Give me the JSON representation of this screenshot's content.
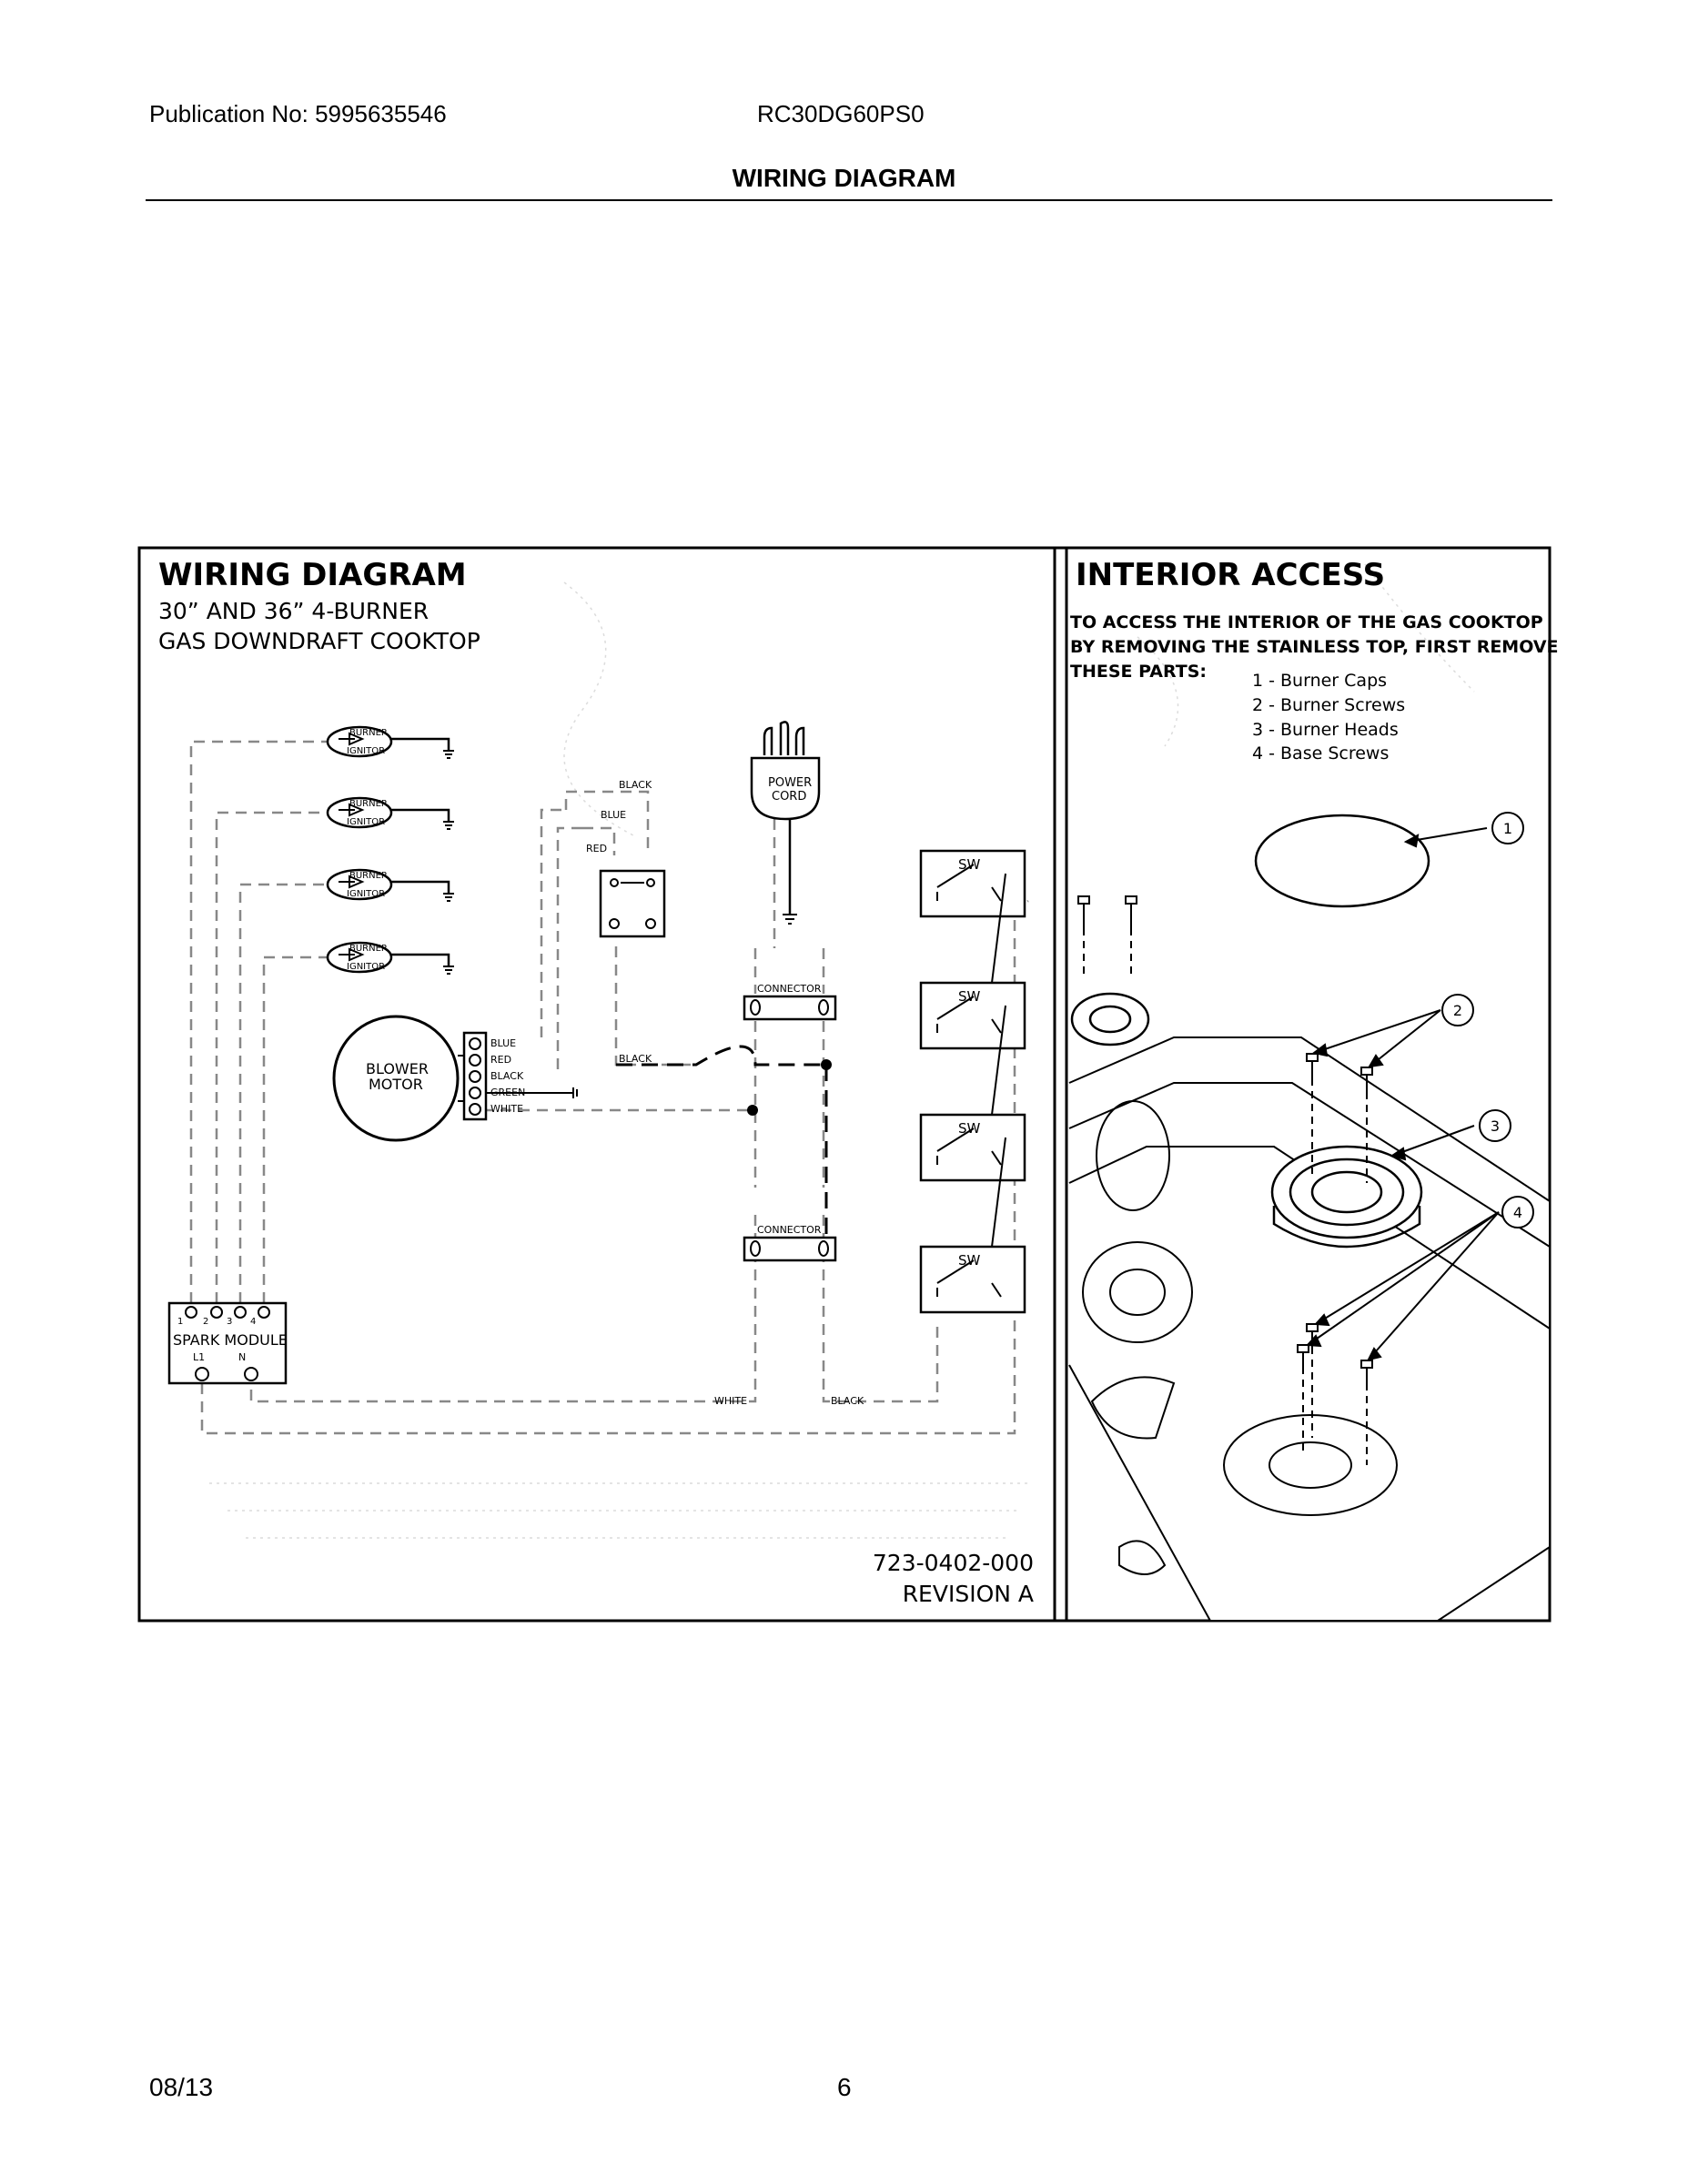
{
  "header": {
    "publication": "Publication No: 5995635546",
    "model": "RC30DG60PS0",
    "title": "WIRING DIAGRAM"
  },
  "wiring_panel": {
    "title": "WIRING DIAGRAM",
    "subtitle_line1": "30” AND 36” 4-BURNER",
    "subtitle_line2": "GAS DOWNDRAFT COOKTOP",
    "burner_label": "BURNER",
    "ignitor_label": "IGNITOR",
    "power_cord_line1": "POWER",
    "power_cord_line2": "CORD",
    "connector_label": "CONNECTOR",
    "switch_label": "SW",
    "blower_line1": "BLOWER",
    "blower_line2": "MOTOR",
    "motor_wires": [
      "BLUE",
      "RED",
      "BLACK",
      "GREEN",
      "WHITE"
    ],
    "relay_wires": [
      "BLACK",
      "BLUE",
      "RED"
    ],
    "black_label": "BLACK",
    "white_label": "WHITE",
    "spark_module": "SPARK MODULE",
    "spark_terminals": [
      "1",
      "2",
      "3",
      "4"
    ],
    "spark_l1": "L1",
    "spark_n": "N",
    "part_number": "723-0402-000",
    "revision": "REVISION A"
  },
  "interior_panel": {
    "title": "INTERIOR ACCESS",
    "instruction_line1": "TO ACCESS THE INTERIOR OF THE GAS COOKTOP",
    "instruction_line2": "BY REMOVING THE STAINLESS TOP, FIRST REMOVE",
    "instruction_line3": "THESE PARTS:",
    "parts": [
      "1 - Burner Caps",
      "2 - Burner Screws",
      "3 - Burner Heads",
      "4 - Base Screws"
    ],
    "callouts": [
      "1",
      "2",
      "3",
      "4"
    ]
  },
  "footer": {
    "date": "08/13",
    "page": "6"
  }
}
